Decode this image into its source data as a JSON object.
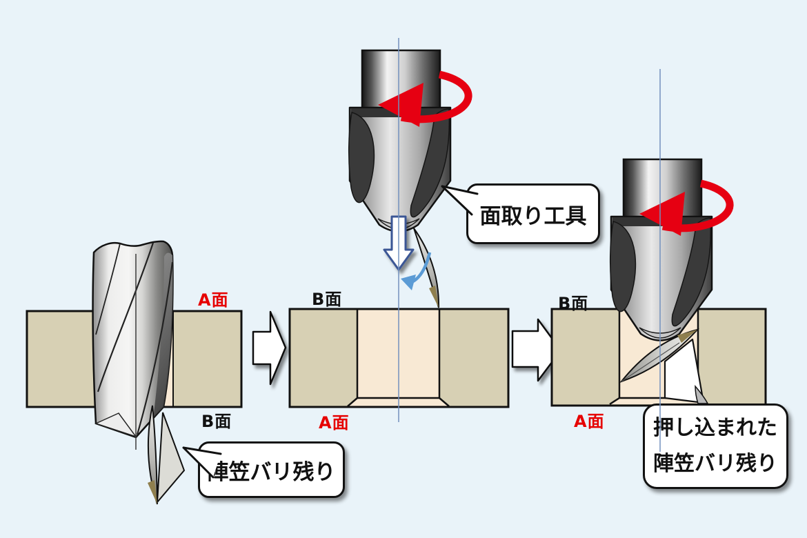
{
  "colors": {
    "background": "#e9f3f9",
    "workpiece_tan": "#d7d0b4",
    "hole_peach": "#f8e9d4",
    "rotation_arrow_red": "#e60012",
    "face_label_red": "#e60000",
    "face_label_black": "#111111",
    "centerline_blue": "#7290bd",
    "down_arrow_outline_blue": "#3a5795",
    "tilt_arrow_blue": "#5b9bd5",
    "burr_tip_olive": "#8f7f4e"
  },
  "stages": [
    {
      "name": "drilled-hole-with-exit-burr",
      "top_label": "A面",
      "bottom_label": "B面"
    },
    {
      "name": "chamfer-tool-approach",
      "top_label": "B面",
      "bottom_label": "A面"
    },
    {
      "name": "chamfer-result-pushed-burr",
      "top_label": "B面",
      "bottom_label": "A面"
    }
  ],
  "callouts": {
    "burr": {
      "text": "陣笠バリ残り"
    },
    "tool": {
      "text": "面取り工具"
    },
    "pushed_burr": {
      "line1": "押し込まれた",
      "line2": "陣笠バリ残り"
    }
  },
  "icons": {
    "rotation": "rotation-arrow-icon",
    "transition": "transition-arrow-icon",
    "down": "down-arrow-icon",
    "tilt": "tilt-arrow-icon"
  }
}
